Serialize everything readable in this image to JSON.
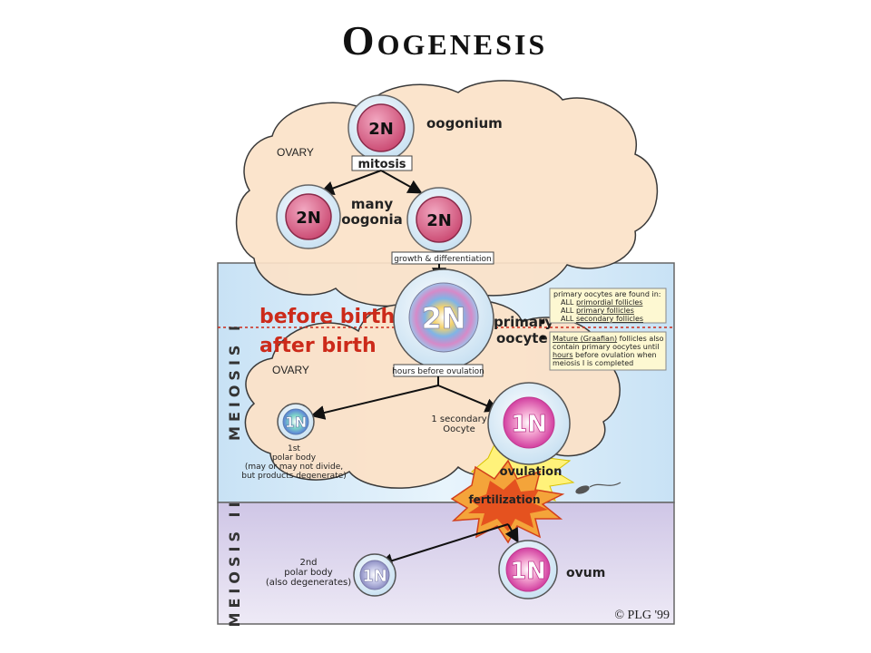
{
  "title": "Oogenesis",
  "labels": {
    "ovary_top": "OVARY",
    "ovary_bottom": "OVARY",
    "oogonium": "oogonium",
    "mitosis": "mitosis",
    "many_oogonia_1": "many",
    "many_oogonia_2": "oogonia",
    "growth": "growth & differentiation",
    "before_birth": "before birth",
    "after_birth": "after birth",
    "primary_oocyte_1": "primary",
    "primary_oocyte_2": "oocyte",
    "hours_before_ovulation": "hours before ovulation",
    "meiosis1": "MEIOSIS I",
    "meiosis2": "MEIOSIS II",
    "first_polar_1": "1st",
    "first_polar_2": "polar body",
    "first_polar_3": "(may or may not divide,",
    "first_polar_4": "but products degenerate)",
    "secondary_1": "1 secondary",
    "secondary_2": "Oocyte",
    "ovulation": "ovulation",
    "fertilization": "fertilization",
    "second_polar_1": "2nd",
    "second_polar_2": "polar body",
    "second_polar_3": "(also degenerates)",
    "ovum": "ovum",
    "copyright": "© PLG '99"
  },
  "cells": {
    "oogonium": "2N",
    "oogonia_left": "2N",
    "oogonia_right": "2N",
    "primary": "2N",
    "first_polar": "1N",
    "secondary": "1N",
    "second_polar": "1N",
    "ovum": "1N"
  },
  "note1": {
    "line1": "primary oocytes are found in:",
    "line2a": "ALL ",
    "line2b": "primordial follicles",
    "line3a": "ALL ",
    "line3b": "primary follicles",
    "line4a": "ALL ",
    "line4b": "secondary follicles"
  },
  "note2": {
    "line1a": "Mature (Graafian)",
    "line1b": " follicles also",
    "line2": "contain primary oocytes until",
    "line3a": "hours",
    "line3b": " before ovulation when",
    "line4": "meiosis I is completed"
  },
  "colors": {
    "ovary_fill": "#fbe2c8",
    "meiosis1_fill": "#d6ebf8",
    "meiosis2_fill": "#e3ddef",
    "diploid_cell": "#d9678f",
    "before_after_text": "#cc2a1a",
    "note_fill": "#fdf8d2"
  }
}
